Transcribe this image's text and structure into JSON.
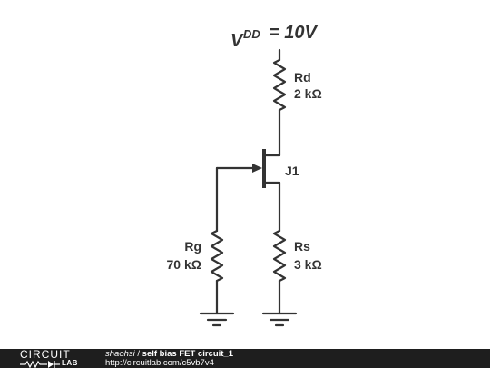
{
  "supply": {
    "prefix": "V",
    "subscript": "DD",
    "value": "= 10V"
  },
  "components": {
    "rd": {
      "name": "Rd",
      "value": "2 kΩ"
    },
    "j1": {
      "name": "J1"
    },
    "rg": {
      "name": "Rg",
      "value": "70 kΩ"
    },
    "rs": {
      "name": "Rs",
      "value": "3 kΩ"
    }
  },
  "footer": {
    "logo_top": "CIRCUIT",
    "logo_bottom": "LAB",
    "user": "shaohsi",
    "separator": " / ",
    "title": "self bias FET circuit_1",
    "url": "http://circuitlab.com/c5vb7v4"
  }
}
